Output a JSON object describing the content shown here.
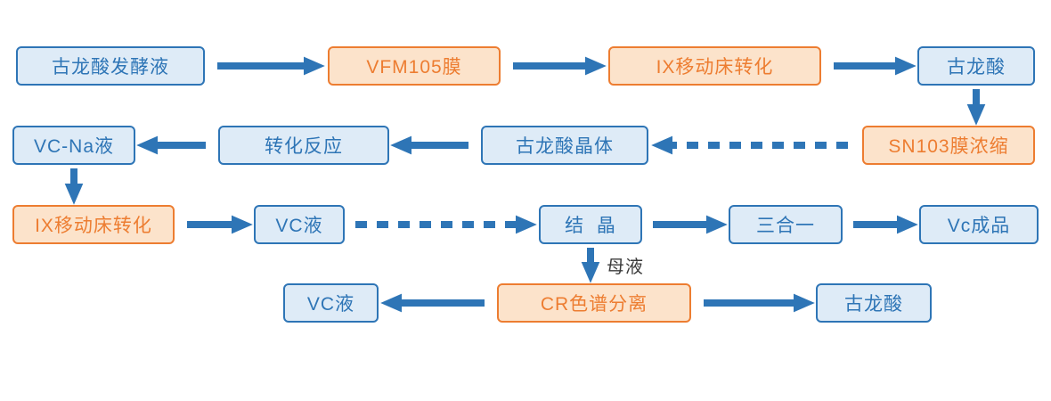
{
  "diagram": {
    "description_visible_text_only": true,
    "nodes": {
      "fermentation": {
        "label": "古龙酸发酵液",
        "style": "blue"
      },
      "vfm105": {
        "label": "VFM105膜",
        "style": "orange"
      },
      "ix_bed_1": {
        "label": "IX移动床转化",
        "style": "orange"
      },
      "gulonic_acid_1": {
        "label": "古龙酸",
        "style": "blue"
      },
      "vcna": {
        "label": "VC-Na液",
        "style": "blue"
      },
      "conversion": {
        "label": "转化反应",
        "style": "blue"
      },
      "gulonic_crystal": {
        "label": "古龙酸晶体",
        "style": "blue"
      },
      "sn103": {
        "label": "SN103膜浓缩",
        "style": "orange"
      },
      "ix_bed_2": {
        "label": "IX移动床转化",
        "style": "orange"
      },
      "vc_liquid_1": {
        "label": "VC液",
        "style": "blue"
      },
      "crystallization": {
        "label": "结  晶",
        "style": "blue"
      },
      "three_in_one": {
        "label": "三合一",
        "style": "blue"
      },
      "vc_product": {
        "label": "Vc成品",
        "style": "blue"
      },
      "vc_liquid_2": {
        "label": "VC液",
        "style": "blue"
      },
      "cr_separation": {
        "label": "CR色谱分离",
        "style": "orange"
      },
      "gulonic_acid_2": {
        "label": "古龙酸",
        "style": "blue"
      }
    },
    "labels": {
      "mother_liquor": "母液"
    },
    "colors": {
      "blue_fill": "#DEEBF7",
      "blue_border": "#2E75B6",
      "blue_text": "#2E75B6",
      "orange_fill": "#FCE3CB",
      "orange_border": "#ED7D31",
      "orange_text": "#ED7D31",
      "arrow": "#2E75B6",
      "label_text": "#3b3b3b"
    },
    "arrow_style": {
      "solid": "thick blue arrow",
      "dashed": "thick blue dashed arrow"
    }
  }
}
